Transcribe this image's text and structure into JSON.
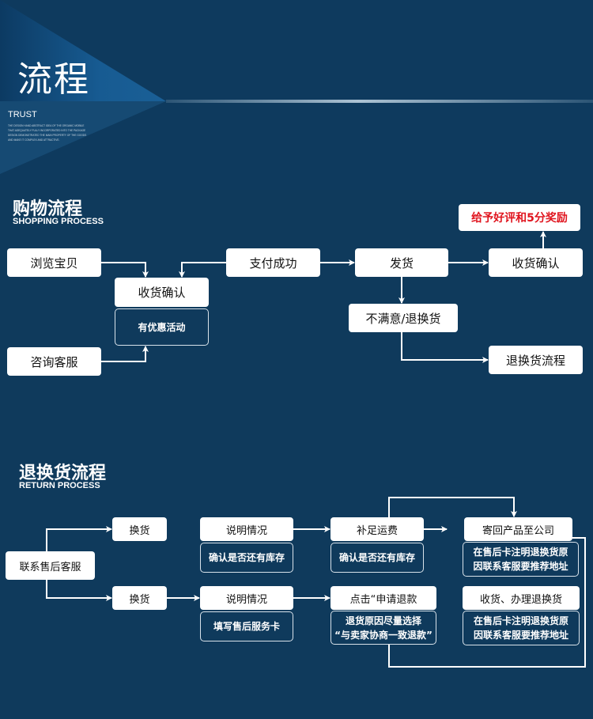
{
  "header": {
    "title": "流程",
    "trust": "TRUST",
    "trust_desc": "THE DESIGN HAND ABSTRACT IDEA OF THE ORGANIC MOBILE THAT ADEQUATELY FULLY INCORPORATED INTO THE PACKAGE DESIGN DEMONSTRATED THE MAIN PROPERTY OF THE GOODS AND MAKE IT COMPLEX AND ATTRACTIVE."
  },
  "shopping": {
    "title": "购物流程",
    "subtitle": "SHOPPING PROCESS",
    "browse": "浏览宝贝",
    "consult": "咨询客服",
    "confirm_left": "收货确认",
    "promo": "有优惠活动",
    "paid": "支付成功",
    "ship": "发货",
    "confirm_right": "收货确认",
    "reward": "给予好评和5分奖励",
    "unsatisfied": "不满意/退换货",
    "return_flow": "退换货流程",
    "reward_color": "#e0141e"
  },
  "returns": {
    "title": "退换货流程",
    "subtitle": "RETURN PROCESS",
    "contact": "联系售后客服",
    "exchange_top": "换货",
    "exchange_bottom": "换货",
    "explain_top": "说明情况",
    "check_stock_1": "确认是否还有库存",
    "explain_bottom": "说明情况",
    "fill_card": "填写售后服务卡",
    "pay_shipping": "补足运费",
    "check_stock_2": "确认是否还有库存",
    "apply_refund": "点击“申请退款",
    "refund_reason_1": "退货原因尽量选择",
    "refund_reason_2": "“与卖家协商一致退款”",
    "send_back": "寄回产品至公司",
    "note_1a": "在售后卡注明退换货原",
    "note_1b": "因联系客服要推荐地址",
    "receive": "收货、办理退换货",
    "note_2a": "在售后卡注明退换货原",
    "note_2b": "因联系客服要推荐地址"
  }
}
